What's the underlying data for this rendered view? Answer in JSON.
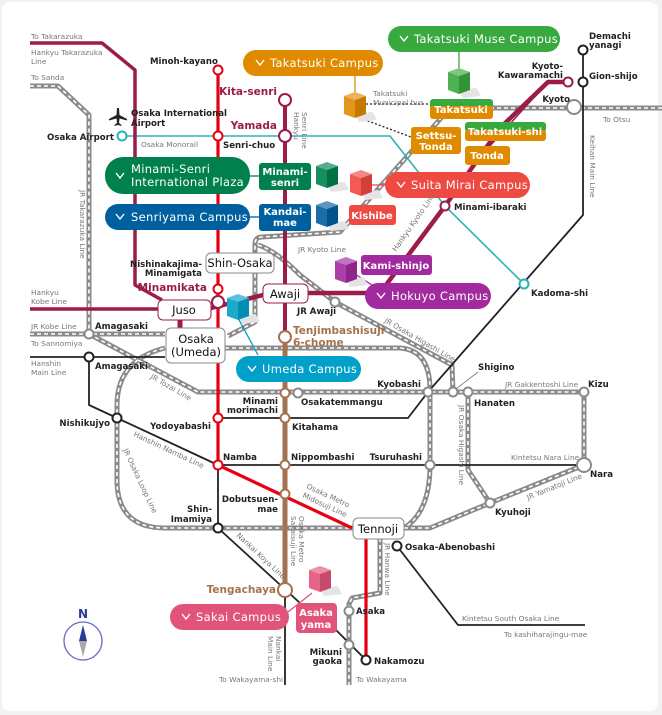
{
  "colors": {
    "hankyu": "#9b1b4b",
    "midosuji": "#e60012",
    "sakaisuji": "#a5724f",
    "monorail": "#2ab3b8",
    "jr": "#8a8a8a",
    "private_black": "#222222",
    "takatsuki": "#e08a00",
    "takatsuki_muse": "#38a93f",
    "minami_senri": "#00804c",
    "senriyama": "#005f9e",
    "suita_mirai": "#ee4a42",
    "hokuyo": "#a02a9e",
    "umeda": "#00a0c9",
    "sakai": "#e2537b"
  },
  "campuses": {
    "takatsuki": "Takatsuki Campus",
    "takatsuki_muse": "Takatsuki Muse Campus",
    "minami_senri_1": "Minami-Senri",
    "minami_senri_2": "International Plaza",
    "senriyama": "Senriyama Campus",
    "suita_mirai": "Suita Mirai Campus",
    "hokuyo": "Hokuyo Campus",
    "umeda": "Umeda Campus",
    "sakai": "Sakai Campus"
  },
  "access_stations": {
    "minami_senri_1": "Minami-",
    "minami_senri_2": "senri",
    "kandai_1": "Kandai-",
    "kandai_2": "mae",
    "takatsuki": "Takatsuki",
    "settsu_1": "Settsu-",
    "settsu_2": "Tonda",
    "takatsuki_shi": "Takatsuki-shi",
    "tonda": "Tonda",
    "kishibe": "Kishibe",
    "kami_shinjo": "Kami-shinjo",
    "asakayama_1": "Asaka",
    "asakayama_2": "yama"
  },
  "hubs": {
    "shin_osaka": "Shin-Osaka",
    "awaji": "Awaji",
    "juso": "Juso",
    "osaka_1": "Osaka",
    "osaka_2": "(Umeda)",
    "tennoji": "Tennoji"
  },
  "stations": {
    "minoh_kayano": "Minoh-kayano",
    "kita_senri": "Kita-senri",
    "yamada": "Yamada",
    "senri_chuo": "Senri-chuo",
    "osaka_airport": "Osaka Airport",
    "itami_1": "Osaka International",
    "itami_2": "Airport",
    "nishinakajima_1": "Nishinakajima-",
    "nishinakajima_2": "Minamigata",
    "minamikata": "Minamikata",
    "jr_awaji": "JR Awaji",
    "tenjimbashisuji_1": "Tenjimbashisuji",
    "tenjimbashisuji_2": "6-chome",
    "amagasaki_jr": "Amagasaki",
    "amagasaki_hanshin": "Amagasaki",
    "nishikujyo": "Nishikujyo",
    "yodoyabashi": "Yodoyabashi",
    "minami_morimachi_1": "Minami",
    "minami_morimachi_2": "morimachi",
    "osakatemmangu": "Osakatemmangu",
    "kitahama": "Kitahama",
    "kyobashi": "Kyobashi",
    "shigino": "Shigino",
    "hanaten": "Hanaten",
    "kizu": "Kizu",
    "namba": "Namba",
    "nippombashi": "Nippombashi",
    "tsuruhashi": "Tsuruhashi",
    "nara": "Nara",
    "kyuhoji": "Kyuhoji",
    "dobutsuen_1": "Dobutsuen-",
    "dobutsuen_2": "mae",
    "shin_imamiya_1": "Shin-",
    "shin_imamiya_2": "Imamiya",
    "tengachaya": "Tengachaya",
    "osaka_abenobashi": "Osaka-Abenobashi",
    "asaka": "Asaka",
    "mikuni_1": "Mikuni",
    "mikuni_2": "gaoka",
    "nakamozu": "Nakamozu",
    "minami_ibaraki": "Minami-ibaraki",
    "kadoma_shi": "Kadoma-shi",
    "kyoto": "Kyoto",
    "kawaramachi_1": "Kyoto-",
    "kawaramachi_2": "Kawaramachi",
    "demachi_1": "Demachi",
    "demachi_2": "yanagi",
    "gion_shijo": "Gion-shijo"
  },
  "lines": {
    "to_takarazuka": "To Takarazuka",
    "hankyu_takarazuka_1": "Hankyu Takarazuka",
    "hankyu_takarazuka_2": "Line",
    "to_sanda": "To Sanda",
    "osaka_monorail": "Osaka Monorail",
    "hankyu_senri_1": "Hankyu",
    "hankyu_senri_2": "Senri Line",
    "jr_takarazuka": "JR Takarazuka Line",
    "hankyu_kobe_1": "Hankyu",
    "hankyu_kobe_2": "Kobe Line",
    "jr_kobe": "JR Kobe Line",
    "to_sannomiya": "To Sannomiya",
    "hanshin_main_1": "Hanshin",
    "hanshin_main_2": "Main Line",
    "jr_kyoto": "JR Kyoto Line",
    "hankyu_kyoto": "Hankyu Kyoto Line",
    "jr_osaka_higashi": "JR Osaka Higashi Line",
    "jr_osaka_higashi_v": "JR Osaka Higashi Line",
    "jr_tozai": "JR Tozai Line",
    "hanshin_namba": "Hanshin Namba Line",
    "jr_loop": "JR Osaka Loop Line",
    "jr_gakkentoshi": "JR Gakkentoshi Line",
    "kintetsu_nara": "Kintetsu Nara Line",
    "jr_yamatoji": "JR Yamatoji Line",
    "midosuji_1": "Osaka Metro",
    "midosuji_2": "Midosuji Line",
    "sakaisuji_1": "Osaka Metro",
    "sakaisuji_2": "Sakaisuji Line",
    "nankai_koya": "Nankai Koya Line",
    "nankai_main_1": "Nankai",
    "nankai_main_2": "Main Line",
    "jr_hanwa": "JR Hanwa Line",
    "kintetsu_south_osaka": "Kintetsu South Osaka Line",
    "to_kashiharajingu": "To kashiharajingu-mae",
    "to_wakayama_shi": "To Wakayama-shi",
    "to_wakayama": "To Wakayama",
    "takatsuki_bus_1": "Takatsuki",
    "takatsuki_bus_2": "Municipal bus",
    "keihan_main": "Keihan Main Line",
    "to_otsu": "To Otsu"
  },
  "compass": {
    "label": "N"
  }
}
